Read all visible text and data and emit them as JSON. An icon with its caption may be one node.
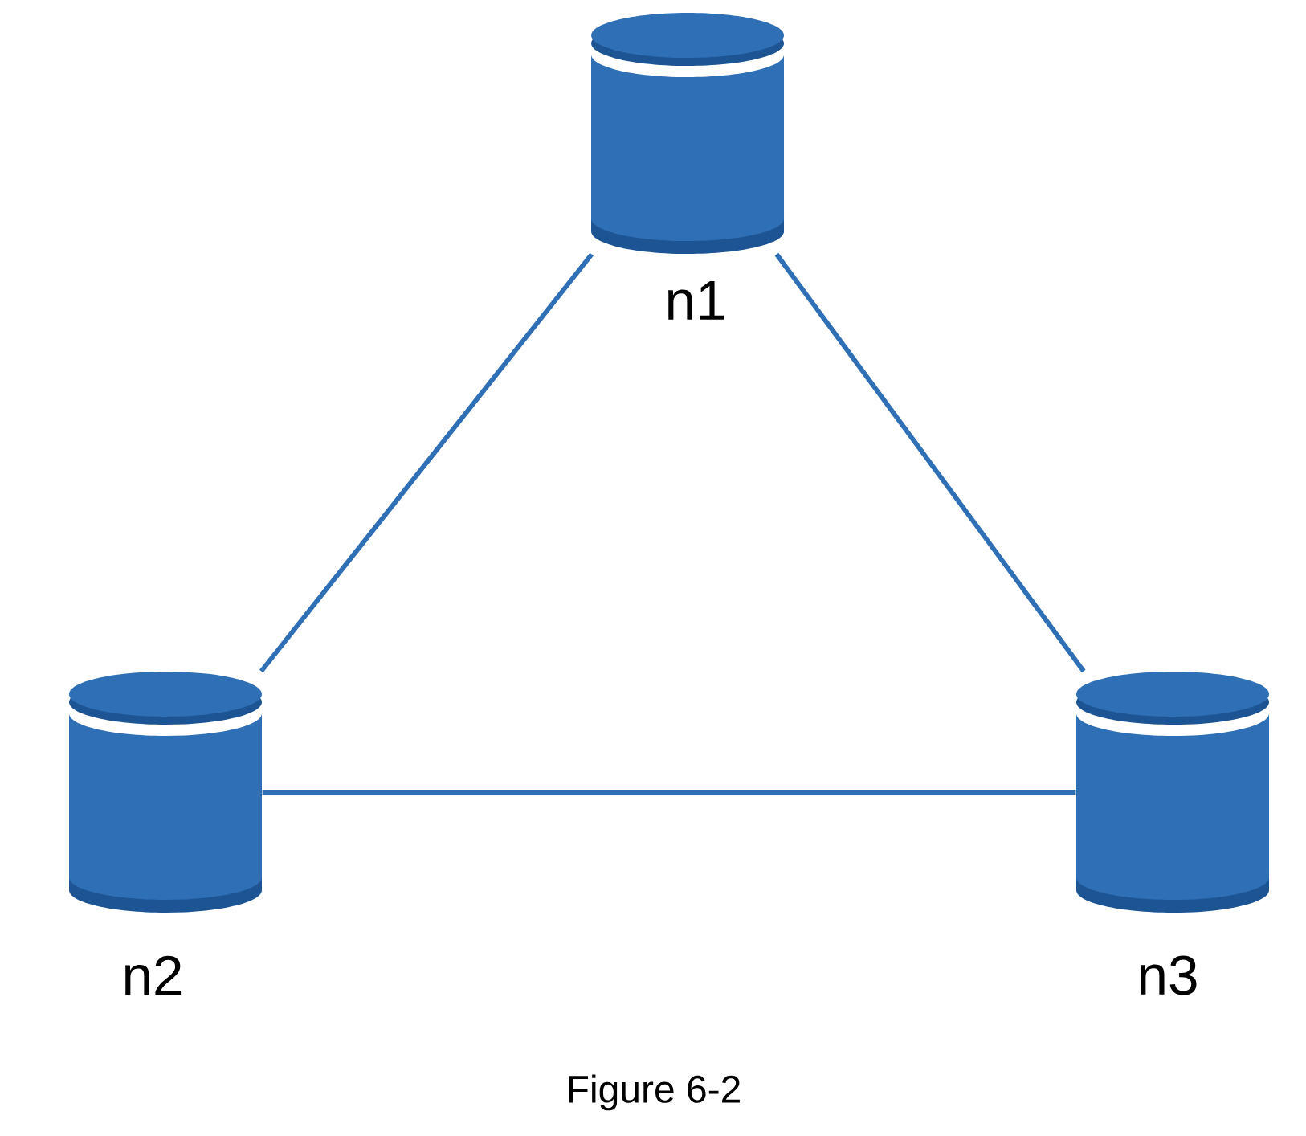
{
  "diagram": {
    "caption": "Figure 6-2",
    "nodes": [
      {
        "text": [
          "n1"
        ]
      },
      {
        "text": [
          "n2"
        ]
      },
      {
        "text": [
          "n3"
        ]
      }
    ],
    "edges": [
      {
        "from": 0,
        "to": 1,
        "arrow": "none"
      },
      {
        "from": 0,
        "to": 2,
        "arrow": "none"
      },
      {
        "from": 1,
        "to": 2,
        "arrow": "none"
      }
    ]
  }
}
